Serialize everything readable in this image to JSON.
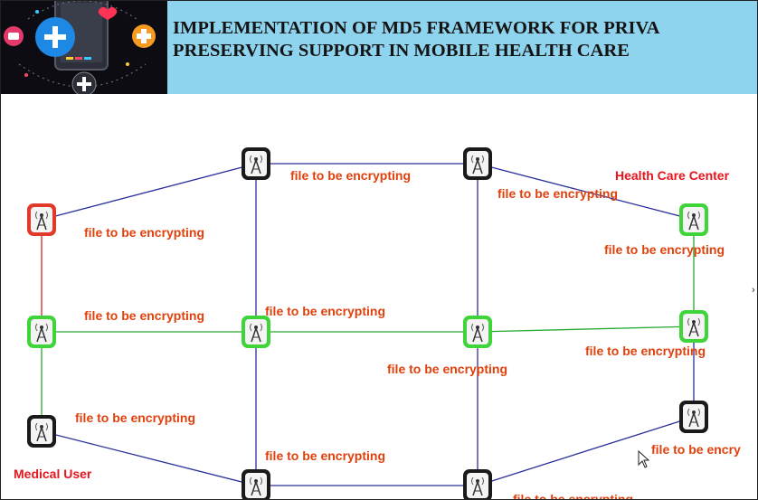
{
  "header": {
    "title_line1": "IMPLEMENTATION OF MD5 FRAMEWORK FOR PRIVA",
    "title_line2": "PRESERVING SUPPORT IN MOBILE HEALTH CARE"
  },
  "network": {
    "health_care_center_label": "Health Care Center",
    "medical_user_label": "Medical User",
    "link_label": "file to be encrypting",
    "link_label_truncated_right": "file to be encry",
    "link_label_bottom_clipped": "file to be encrypting",
    "nodes": [
      {
        "id": "n-top-1",
        "status": "idle",
        "color": "#1a1a1a"
      },
      {
        "id": "n-top-2",
        "status": "idle",
        "color": "#1a1a1a"
      },
      {
        "id": "n-left-red",
        "status": "source",
        "color": "#e23a2a"
      },
      {
        "id": "n-hcc",
        "status": "active",
        "color": "#3fd43a"
      },
      {
        "id": "n-left-mid",
        "status": "active",
        "color": "#3fd43a"
      },
      {
        "id": "n-center-left",
        "status": "active",
        "color": "#3fd43a"
      },
      {
        "id": "n-center-right",
        "status": "active",
        "color": "#3fd43a"
      },
      {
        "id": "n-right-mid",
        "status": "active",
        "color": "#3fd43a"
      },
      {
        "id": "n-medical-user",
        "status": "idle",
        "color": "#1a1a1a"
      },
      {
        "id": "n-right-lower",
        "status": "idle",
        "color": "#1a1a1a"
      },
      {
        "id": "n-bottom-1",
        "status": "idle",
        "color": "#1a1a1a"
      },
      {
        "id": "n-bottom-2",
        "status": "idle",
        "color": "#1a1a1a"
      }
    ]
  },
  "colors": {
    "header_bg": "#8fd4ee",
    "label": "#e0410c",
    "title_label": "#e8141c",
    "link_blue": "#2b2f9a",
    "link_green": "#27a832",
    "link_red": "#d8202a"
  },
  "misc": {
    "cursor_icon": "mouse-pointer-icon",
    "edge_glyph": "›"
  }
}
